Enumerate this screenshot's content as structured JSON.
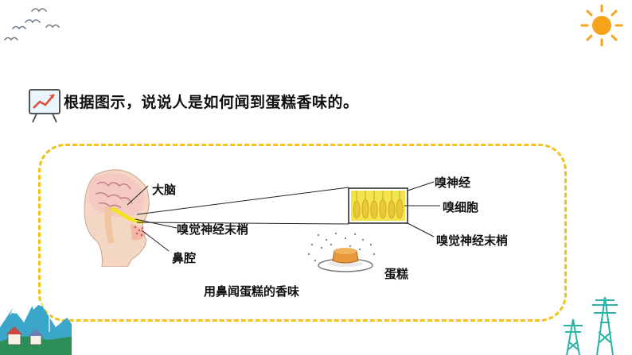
{
  "slide": {
    "prompt": "根据图示，说说人是如何闻到蛋糕香味的。",
    "caption": "用鼻闻蛋糕的香味",
    "labels": {
      "brain": "大脑",
      "nerve_endings_left": "嗅觉神经末梢",
      "nasal_cavity": "鼻腔",
      "olfactory_nerve": "嗅神经",
      "olfactory_cells": "嗅细胞",
      "nerve_endings_right": "嗅觉神经末梢",
      "cake": "蛋糕"
    }
  },
  "colors": {
    "frame_border": "#f2c21b",
    "sun": "#f7a21b",
    "tower": "#2bb3a8",
    "mountain": "#3aa6c9",
    "cell_fill": "#f6e24a"
  },
  "icons": [
    "flying-birds-icon",
    "sun-icon",
    "easel-chart-icon",
    "village-mountain-icon",
    "power-tower-icon"
  ]
}
